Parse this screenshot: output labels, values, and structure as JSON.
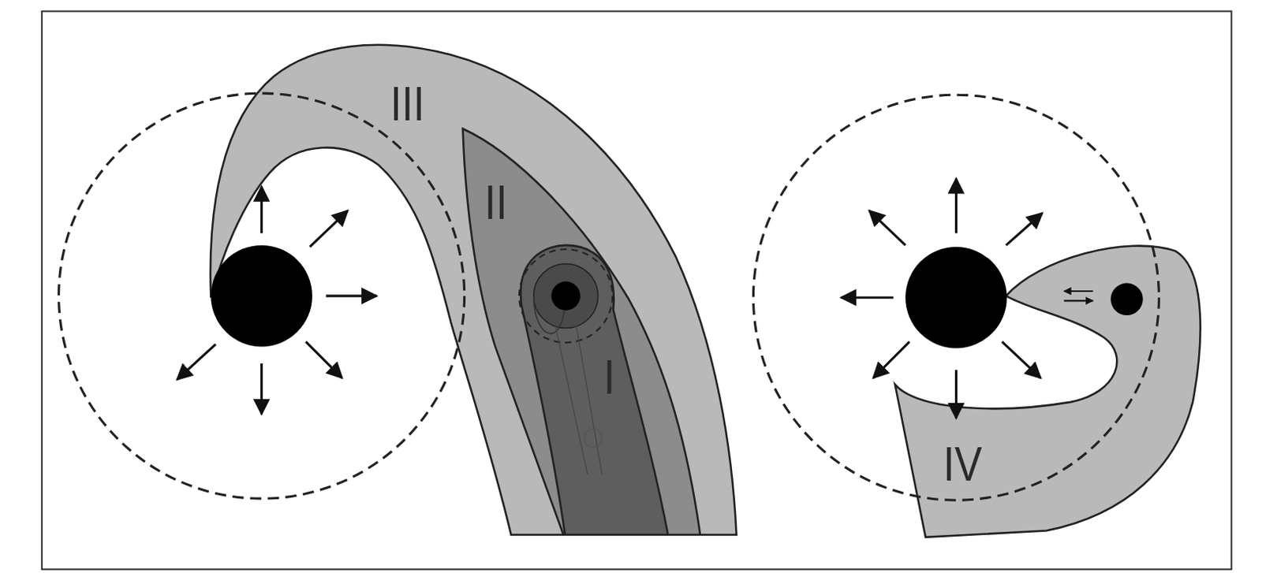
{
  "diagram": {
    "nodes": [
      {
        "text": [
          "III"
        ]
      },
      {
        "text": [
          "II"
        ],
        "in": 0
      },
      {
        "text": [
          "I"
        ],
        "in": 1
      },
      {
        "text": [
          "IV"
        ]
      }
    ]
  }
}
